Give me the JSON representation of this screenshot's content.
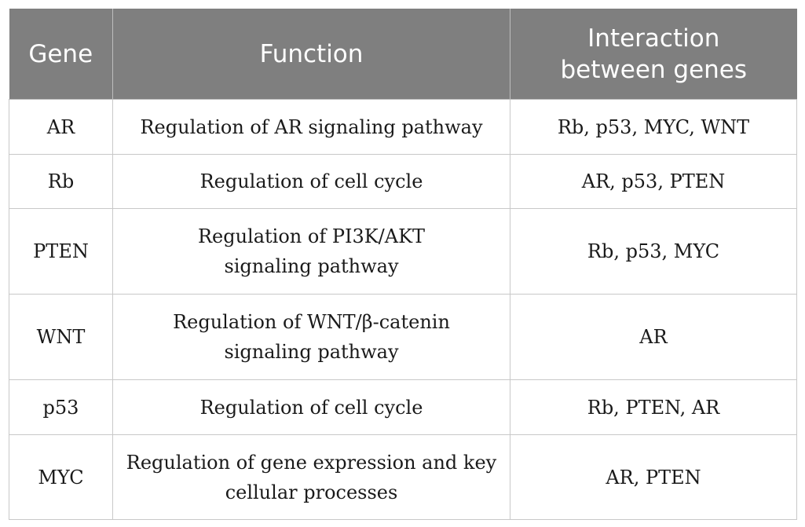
{
  "table": {
    "headers": {
      "gene": "Gene",
      "function": "Function",
      "interaction_line1": "Interaction",
      "interaction_line2": "between genes"
    },
    "rows": [
      {
        "gene": "AR",
        "function": [
          "Regulation of AR signaling pathway"
        ],
        "interaction": "Rb, p53, MYC, WNT"
      },
      {
        "gene": "Rb",
        "function": [
          "Regulation of cell cycle"
        ],
        "interaction": "AR, p53, PTEN"
      },
      {
        "gene": "PTEN",
        "function": [
          "Regulation of PI3K/AKT",
          "signaling pathway"
        ],
        "interaction": "Rb, p53, MYC"
      },
      {
        "gene": "WNT",
        "function": [
          "Regulation of WNT/β-catenin",
          "signaling pathway"
        ],
        "interaction": "AR"
      },
      {
        "gene": "p53",
        "function": [
          "Regulation of cell cycle"
        ],
        "interaction": "Rb, PTEN, AR"
      },
      {
        "gene": "MYC",
        "function": [
          "Regulation of gene expression and key",
          "cellular processes"
        ],
        "interaction": "AR, PTEN"
      }
    ]
  },
  "colors": {
    "header_background": "#7f7f7f",
    "header_text": "#ffffff",
    "border": "#c8c8c8"
  }
}
